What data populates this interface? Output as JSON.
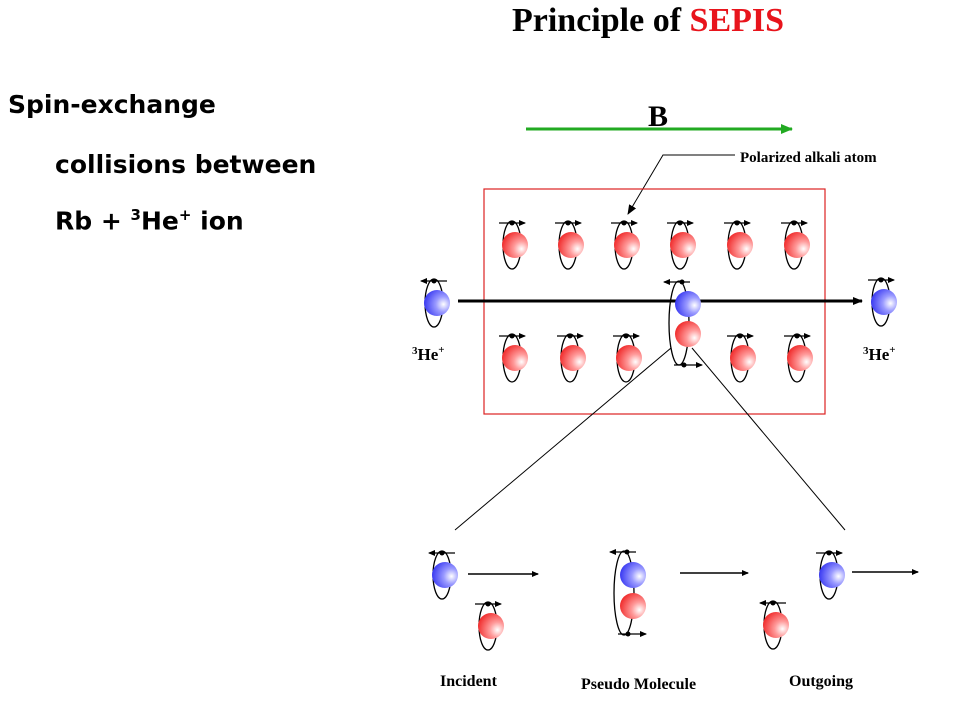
{
  "title": {
    "prefix": "Principle of ",
    "highlight": "SEPIS"
  },
  "bullets": {
    "line1": "Spin-exchange",
    "line2": "collisions between",
    "line3_prefix": "Rb + ",
    "line3_sup1": "3",
    "line3_mid": "He",
    "line3_sup2": "+",
    "line3_suffix": " ion"
  },
  "diagram": {
    "field_label": "B",
    "polarized_label": "Polarized alkali atom",
    "ion_sup": "3",
    "ion_name": "He",
    "ion_charge": "+",
    "stage_labels": [
      "Incident",
      "Pseudo Molecule",
      "Outgoing"
    ]
  },
  "colors": {
    "accent": "#e8141c",
    "field_arrow": "#22aa22",
    "chamber_border": "#dd2222",
    "rb_atom": "#ff3030",
    "he_ion": "#3030ff"
  }
}
